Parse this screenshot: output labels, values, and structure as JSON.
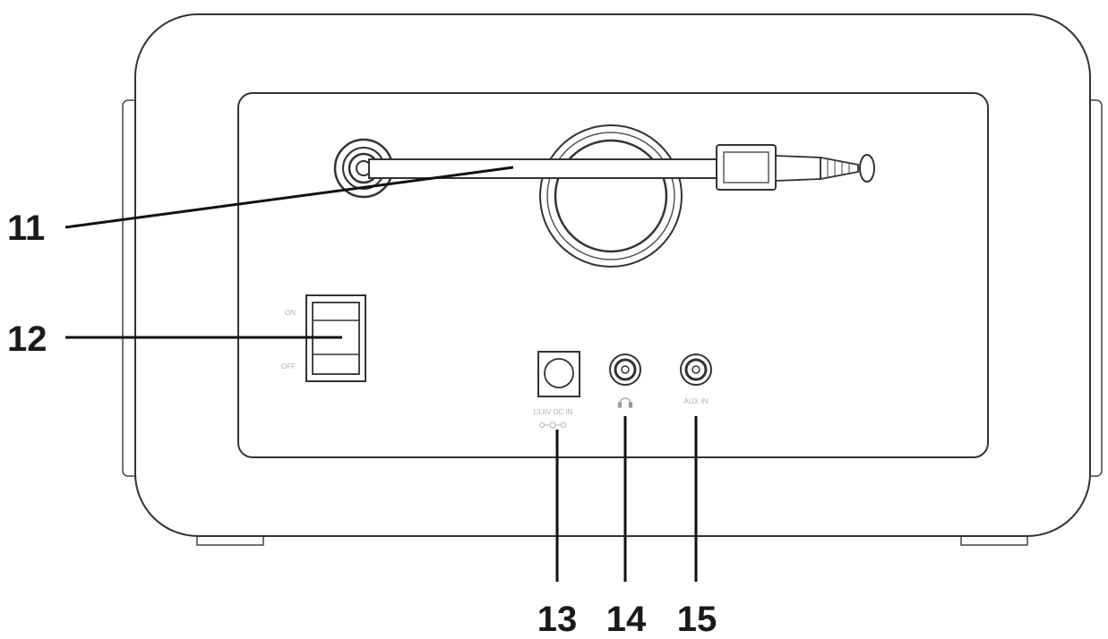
{
  "callouts": {
    "c11": "11",
    "c12": "12",
    "c13": "13",
    "c14": "14",
    "c15": "15"
  },
  "switch": {
    "on_label": "ON",
    "off_label": "OFF"
  },
  "ports": {
    "dc_label": "13,8V DC IN",
    "aux_label": "AUX IN",
    "headphone_icon": "headphone-icon"
  },
  "colors": {
    "outline": "#333333",
    "leader": "#111111",
    "label_text": "#1a1a1a",
    "faint_text": "#b0b0b0"
  }
}
